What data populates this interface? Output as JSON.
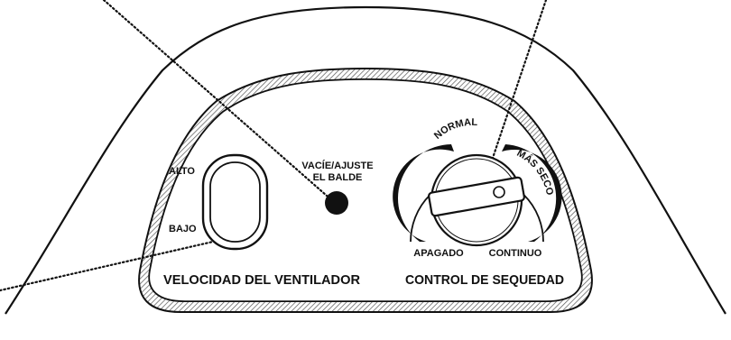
{
  "fan_speed": {
    "high_label": "ALTO",
    "low_label": "BAJO",
    "title": "VELOCIDAD DEL VENTILADOR"
  },
  "bucket_indicator": {
    "line1": "VACÍE/AJUSTE",
    "line2": "EL BALDE"
  },
  "dryness_control": {
    "normal_label": "NORMAL",
    "more_dry_label": "MÁS SECO",
    "off_label": "APAGADO",
    "continuous_label": "CONTINUO",
    "title": "CONTROL DE SEQUEDAD"
  },
  "colors": {
    "ink": "#111111",
    "panel": "#ffffff",
    "hatch": "#555555"
  }
}
